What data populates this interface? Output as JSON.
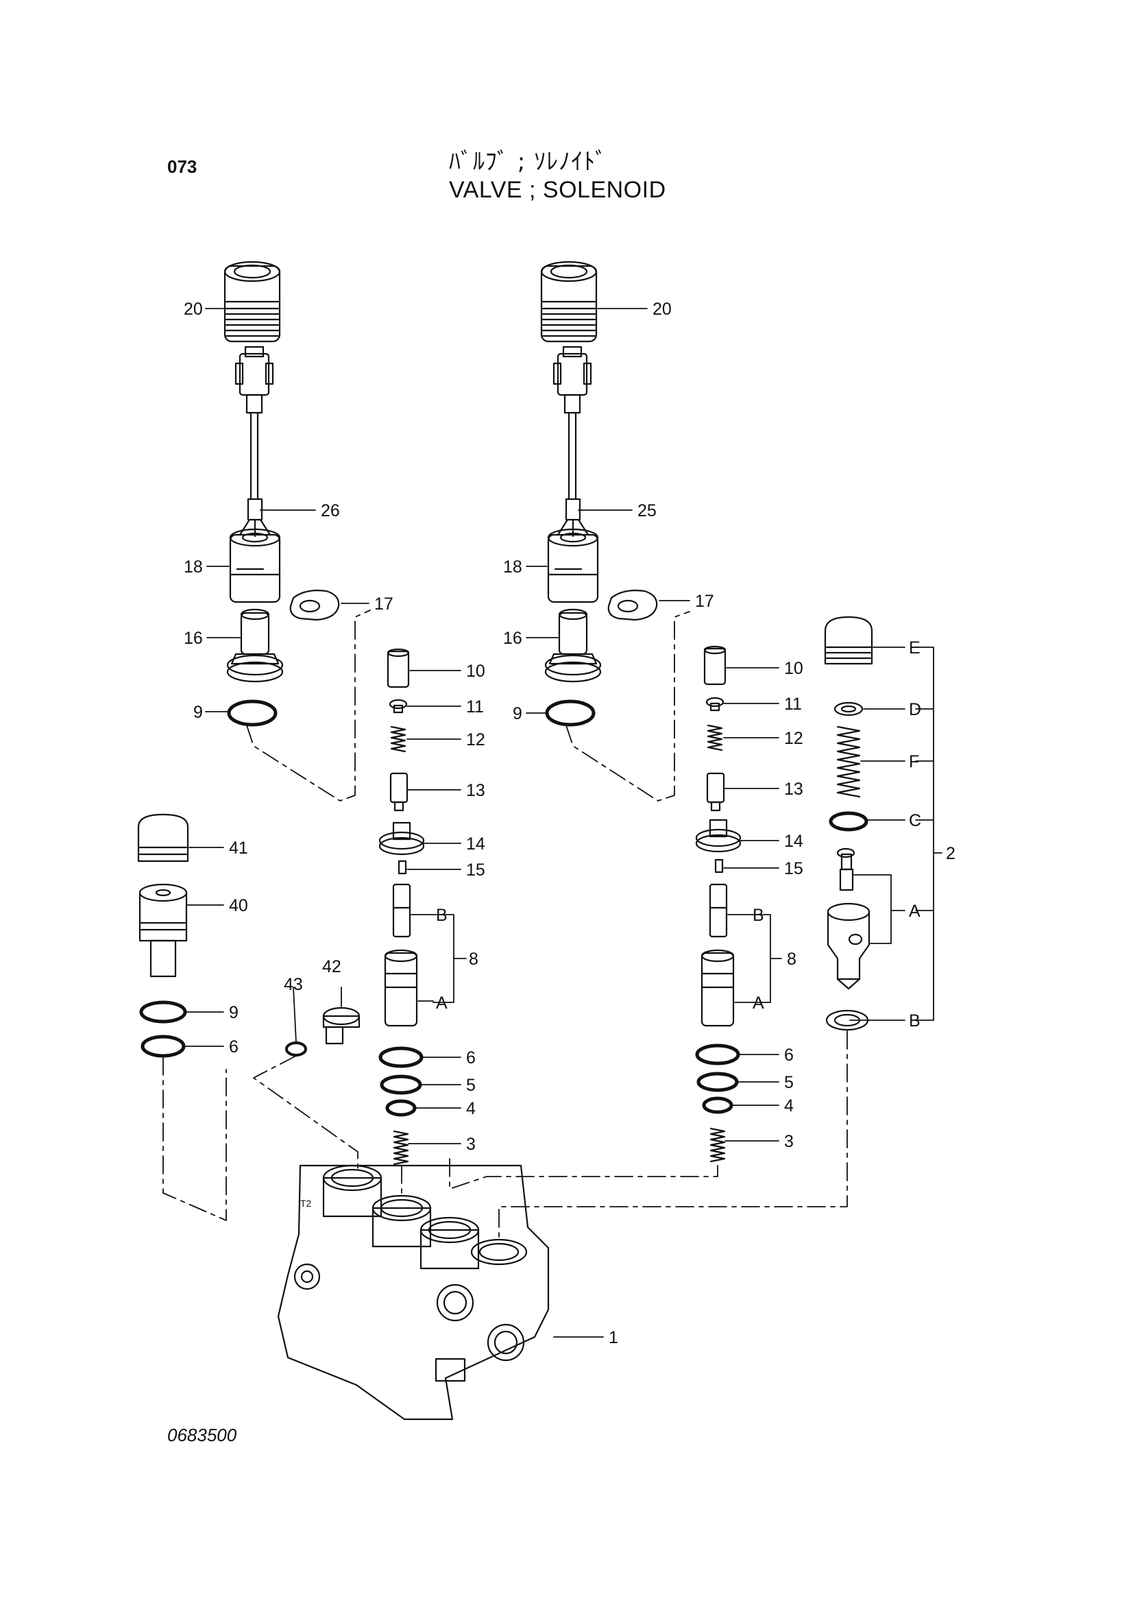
{
  "page_number": "073",
  "title_jp": "ﾊﾞﾙﾌﾞ ; ｿﾚﾉｲﾄﾞ",
  "title_en": "VALVE ; SOLENOID",
  "drawing_number": "0683500",
  "callouts": [
    {
      "id": "c20a",
      "text": "20"
    },
    {
      "id": "c26",
      "text": "26"
    },
    {
      "id": "c18a",
      "text": "18"
    },
    {
      "id": "c17a",
      "text": "17"
    },
    {
      "id": "c16a",
      "text": "16"
    },
    {
      "id": "c9a",
      "text": "9"
    },
    {
      "id": "c10a",
      "text": "10"
    },
    {
      "id": "c11a",
      "text": "11"
    },
    {
      "id": "c12a",
      "text": "12"
    },
    {
      "id": "c13a",
      "text": "13"
    },
    {
      "id": "c14a",
      "text": "14"
    },
    {
      "id": "c15a",
      "text": "15"
    },
    {
      "id": "cBa",
      "text": "B"
    },
    {
      "id": "c8a",
      "text": "8"
    },
    {
      "id": "cAa",
      "text": "A"
    },
    {
      "id": "c6a",
      "text": "6"
    },
    {
      "id": "c5a",
      "text": "5"
    },
    {
      "id": "c4a",
      "text": "4"
    },
    {
      "id": "c3a",
      "text": "3"
    },
    {
      "id": "c20b",
      "text": "20"
    },
    {
      "id": "c25",
      "text": "25"
    },
    {
      "id": "c18b",
      "text": "18"
    },
    {
      "id": "c17b",
      "text": "17"
    },
    {
      "id": "c16b",
      "text": "16"
    },
    {
      "id": "c9b",
      "text": "9"
    },
    {
      "id": "c10b",
      "text": "10"
    },
    {
      "id": "c11b",
      "text": "11"
    },
    {
      "id": "c12b",
      "text": "12"
    },
    {
      "id": "c13b",
      "text": "13"
    },
    {
      "id": "c14b",
      "text": "14"
    },
    {
      "id": "c15b",
      "text": "15"
    },
    {
      "id": "cBb",
      "text": "B"
    },
    {
      "id": "c8b",
      "text": "8"
    },
    {
      "id": "cAb",
      "text": "A"
    },
    {
      "id": "c6b",
      "text": "6"
    },
    {
      "id": "c5b",
      "text": "5"
    },
    {
      "id": "c4b",
      "text": "4"
    },
    {
      "id": "c3b",
      "text": "3"
    },
    {
      "id": "cE",
      "text": "E"
    },
    {
      "id": "cD",
      "text": "D"
    },
    {
      "id": "cF",
      "text": "F"
    },
    {
      "id": "cC",
      "text": "C"
    },
    {
      "id": "c2",
      "text": "2"
    },
    {
      "id": "cAc",
      "text": "A"
    },
    {
      "id": "cBc",
      "text": "B"
    },
    {
      "id": "c41",
      "text": "41"
    },
    {
      "id": "c40",
      "text": "40"
    },
    {
      "id": "c9c",
      "text": "9"
    },
    {
      "id": "c6c",
      "text": "6"
    },
    {
      "id": "c42",
      "text": "42"
    },
    {
      "id": "c43",
      "text": "43"
    },
    {
      "id": "c1",
      "text": "1"
    }
  ]
}
